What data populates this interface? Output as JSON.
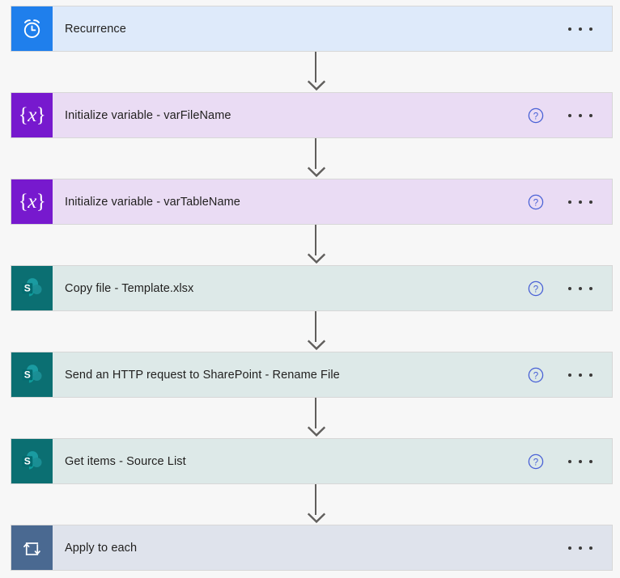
{
  "canvas": {
    "background": "#f7f7f7",
    "card_border": "#d7d7d7"
  },
  "connector": {
    "name": "flow-connector-arrow",
    "color": "#605e5c"
  },
  "ellipsis_label": "More commands",
  "help_label": "Help",
  "steps": [
    {
      "id": "recurrence",
      "title": "Recurrence",
      "icon": "alarm-clock-icon",
      "icon_bg": "#1f7fec",
      "card_bg": "#deeafa",
      "has_help": false,
      "has_ellipsis": true
    },
    {
      "id": "init-var-filename",
      "title": "Initialize variable - varFileName",
      "icon": "variable-braces-icon",
      "icon_bg": "#7719ce",
      "card_bg": "#eadcf4",
      "has_help": true,
      "has_ellipsis": true
    },
    {
      "id": "init-var-tablename",
      "title": "Initialize variable - varTableName",
      "icon": "variable-braces-icon",
      "icon_bg": "#7719ce",
      "card_bg": "#eadcf4",
      "has_help": true,
      "has_ellipsis": true
    },
    {
      "id": "copy-file-template",
      "title": "Copy file - Template.xlsx",
      "icon": "sharepoint-icon",
      "icon_bg": "#0b6f72",
      "card_bg": "#dde9e8",
      "has_help": true,
      "has_ellipsis": true
    },
    {
      "id": "http-request-rename-file",
      "title": "Send an HTTP request to SharePoint - Rename File",
      "icon": "sharepoint-icon",
      "icon_bg": "#0b6f72",
      "card_bg": "#dde9e8",
      "has_help": true,
      "has_ellipsis": true
    },
    {
      "id": "get-items-source-list",
      "title": "Get items - Source List",
      "icon": "sharepoint-icon",
      "icon_bg": "#0b6f72",
      "card_bg": "#dde9e8",
      "has_help": true,
      "has_ellipsis": true
    },
    {
      "id": "apply-to-each",
      "title": "Apply to each",
      "icon": "loop-repeat-icon",
      "icon_bg": "#4a6991",
      "card_bg": "#dfe3ec",
      "has_help": false,
      "has_ellipsis": true
    }
  ]
}
